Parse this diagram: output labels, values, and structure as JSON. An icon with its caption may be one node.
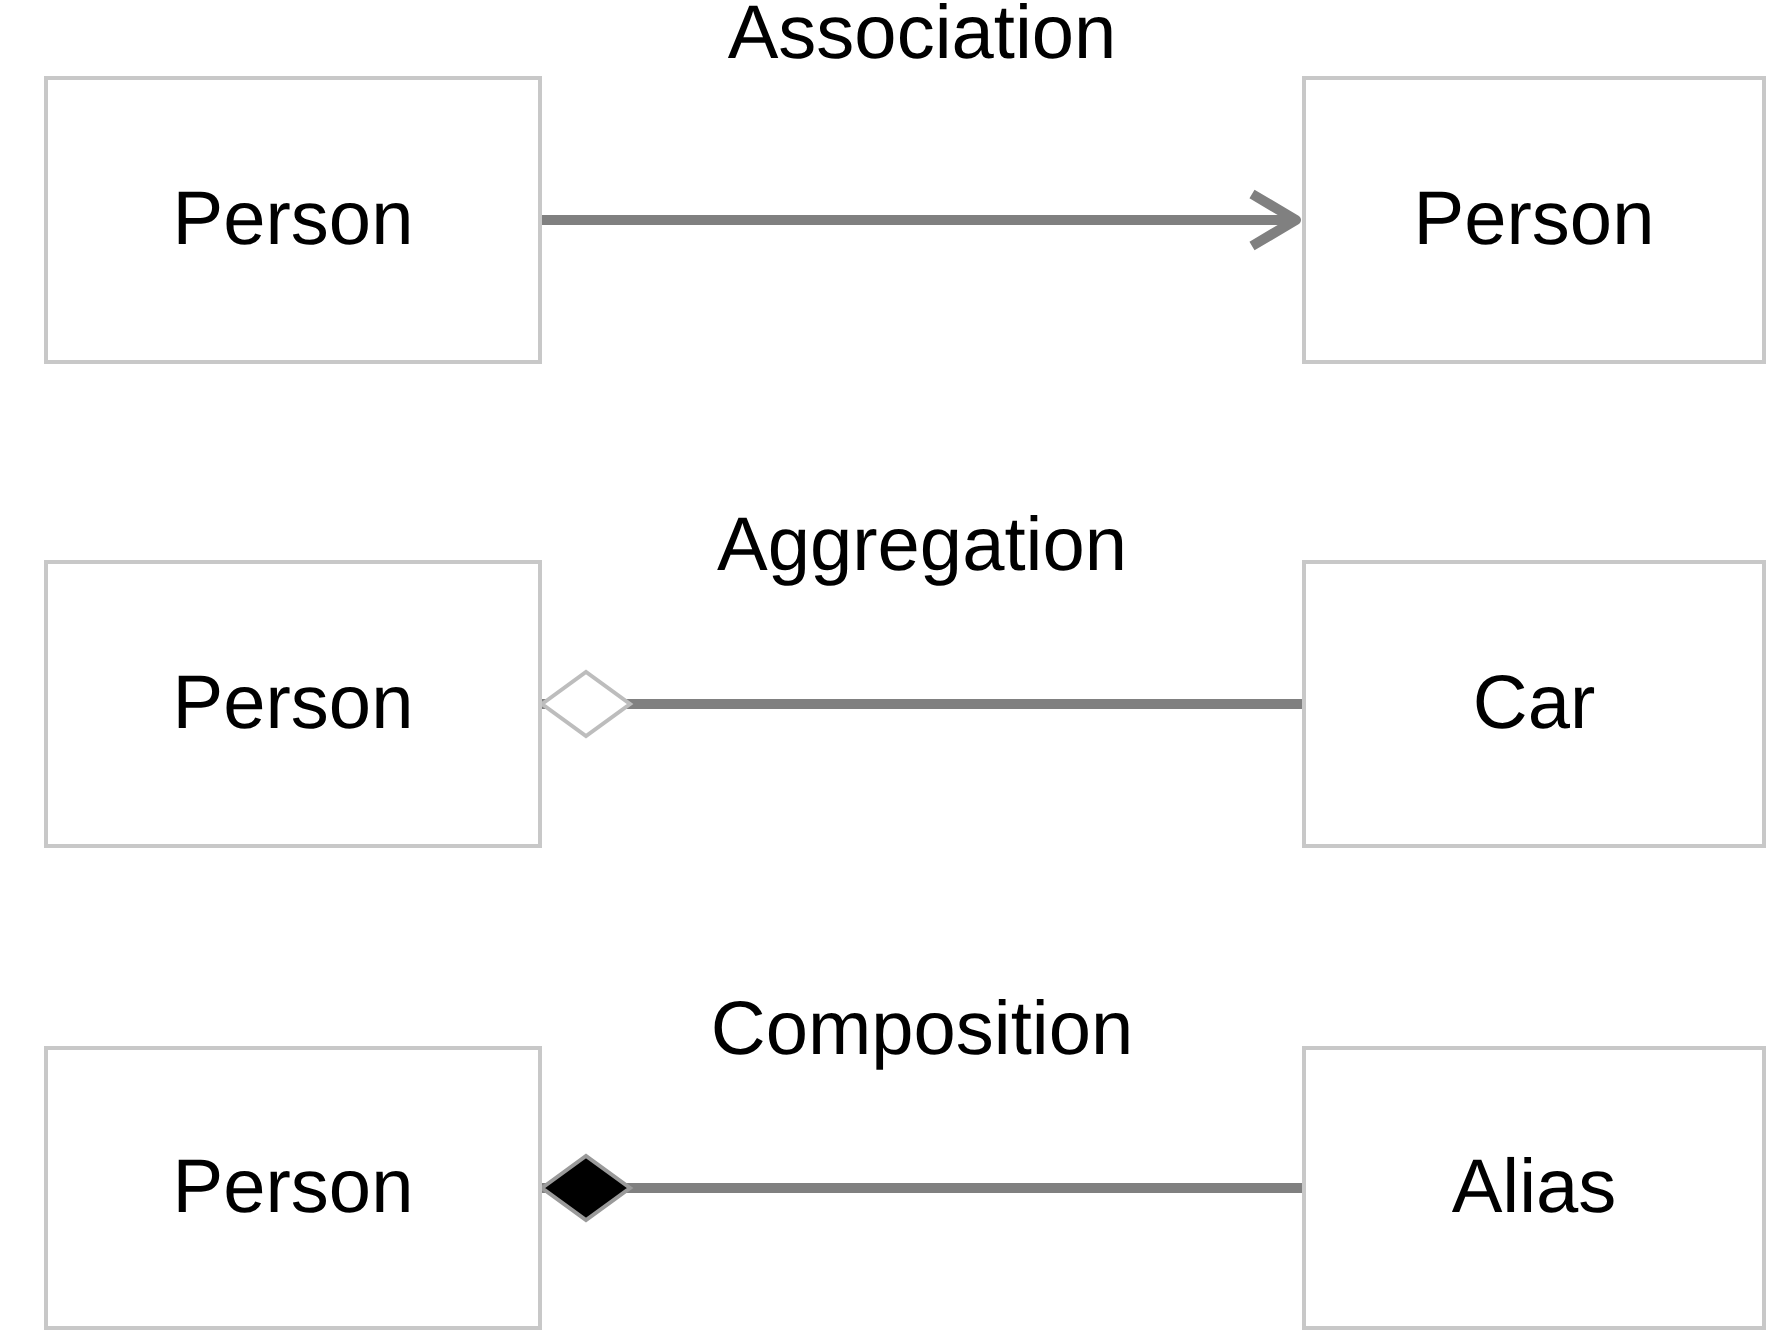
{
  "diagram": {
    "nodes": [
      {
        "text": [
          "Person"
        ]
      },
      {
        "text": [
          "Person"
        ]
      },
      {
        "text": [
          "Person"
        ]
      },
      {
        "text": [
          "Car"
        ]
      },
      {
        "text": [
          "Person"
        ]
      },
      {
        "text": [
          "Alias"
        ]
      }
    ],
    "edges": [
      {
        "from": 0,
        "to": 1,
        "arrow": "to",
        "label": "Association"
      },
      {
        "from": 2,
        "to": 3,
        "arrow": "other",
        "label": "Aggregation"
      },
      {
        "from": 4,
        "to": 5,
        "arrow": "other",
        "label": "Composition"
      }
    ]
  }
}
